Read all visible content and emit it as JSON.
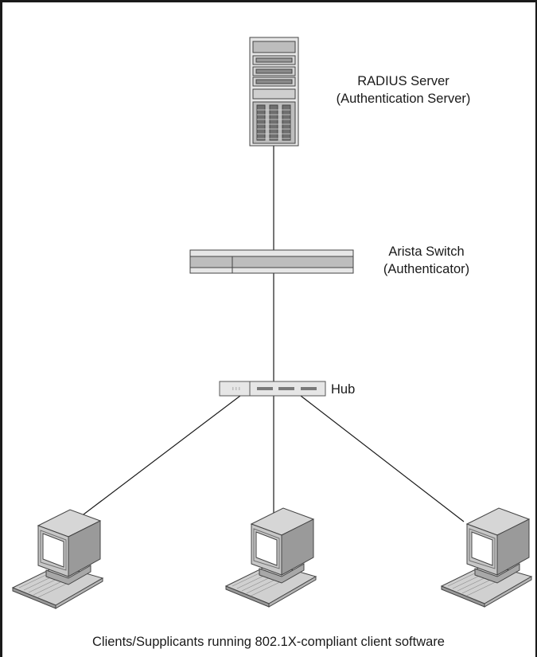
{
  "server": {
    "label_line1": "RADIUS Server",
    "label_line2": "(Authentication Server)"
  },
  "switch": {
    "label_line1": "Arista Switch",
    "label_line2": "(Authenticator)"
  },
  "hub": {
    "label": "Hub"
  },
  "clients": {
    "caption": "Clients/Supplicants running 802.1X-compliant client software",
    "count": 3
  },
  "colors": {
    "line": "#1a1a1a",
    "device_light": "#e6e6e6",
    "device_mid": "#bdbdbd",
    "device_dark": "#7a7a7a",
    "outline": "#444444"
  }
}
